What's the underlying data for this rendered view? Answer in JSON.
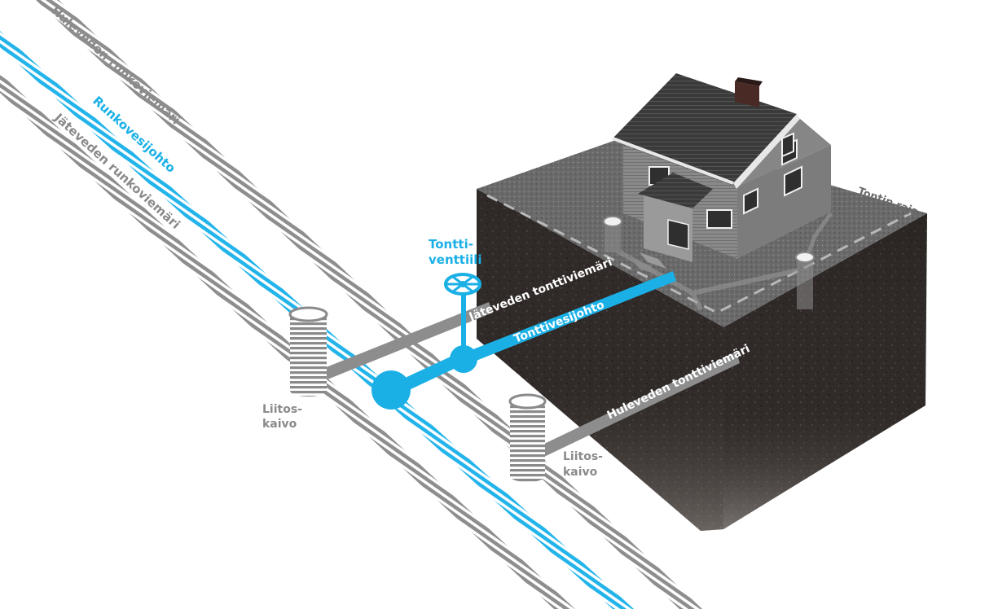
{
  "labels": {
    "stormwater_main": "Huleveden runkoviemäri",
    "water_main": "Runkovesijohto",
    "wastewater_main": "Jäteveden runkoviemäri",
    "plot_valve_line1": "Tontti-",
    "plot_valve_line2": "venttiili",
    "plot_wastewater": "Jäteveden tonttiviemäri",
    "plot_water": "Tonttivesijohto",
    "plot_stormwater": "Huleveden tonttiviemäri",
    "plot_boundary": "Tontin raja",
    "manhole_left_line1": "Liitos-",
    "manhole_left_line2": "kaivo",
    "manhole_right_line1": "Liitos-",
    "manhole_right_line2": "kaivo"
  },
  "colors": {
    "water_blue": "#1ab0e6",
    "pipe_gray": "#8c8c8c",
    "soil_dark": "#2b2624",
    "grass": "#6f6f6f"
  }
}
